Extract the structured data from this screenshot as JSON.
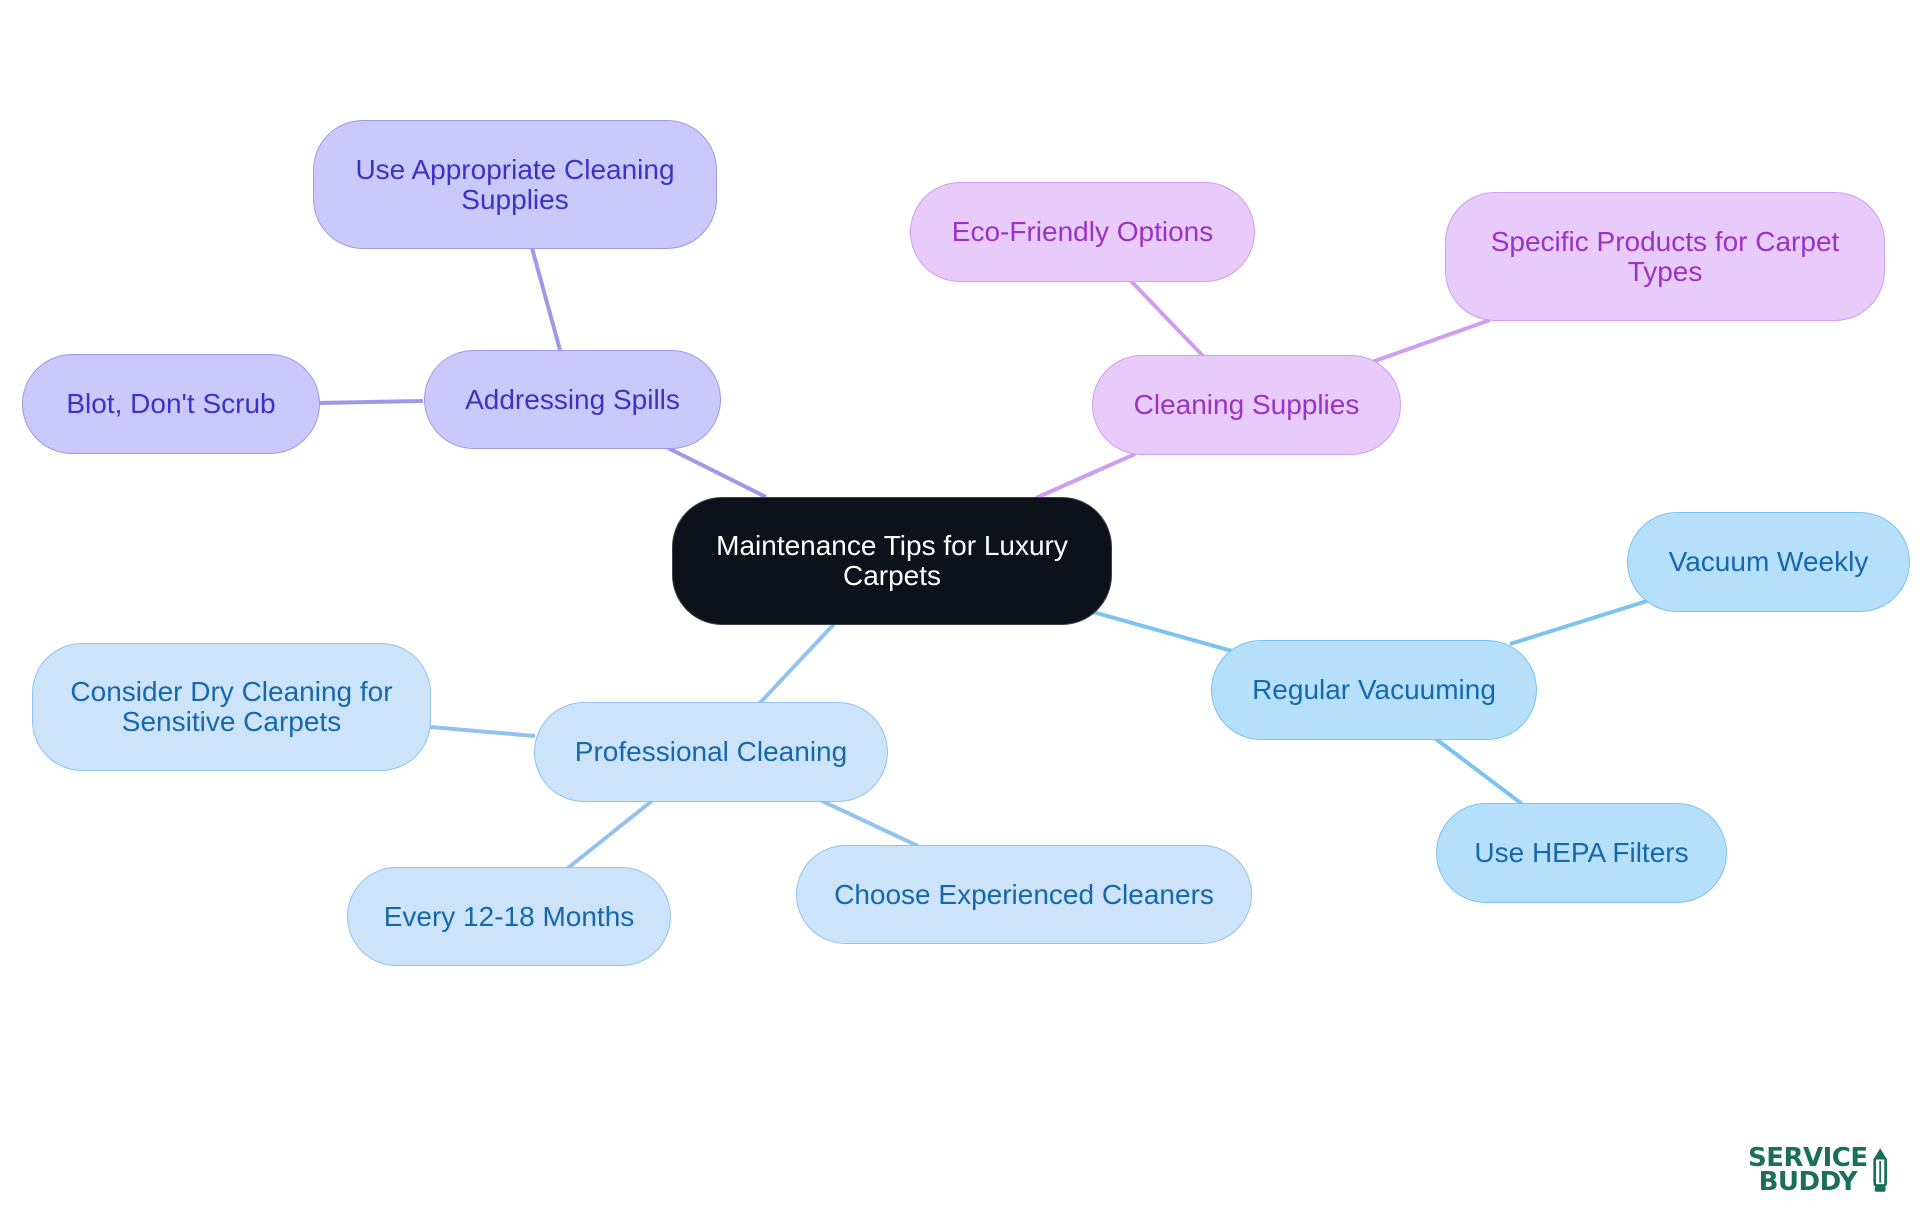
{
  "root": {
    "label": "Maintenance Tips for Luxury Carpets"
  },
  "branches": {
    "addressing_spills": {
      "label": "Addressing Spills",
      "children": [
        "Use Appropriate Cleaning Supplies",
        "Blot, Don't Scrub"
      ]
    },
    "cleaning_supplies": {
      "label": "Cleaning Supplies",
      "children": [
        "Eco-Friendly Options",
        "Specific Products for Carpet Types"
      ]
    },
    "regular_vacuuming": {
      "label": "Regular Vacuuming",
      "children": [
        "Vacuum Weekly",
        "Use HEPA Filters"
      ]
    },
    "professional_cleaning": {
      "label": "Professional Cleaning",
      "children": [
        "Consider Dry Cleaning for Sensitive Carpets",
        "Every 12-18 Months",
        "Choose Experienced Cleaners"
      ]
    }
  },
  "colors": {
    "root_fill": "#0c111a",
    "purple_fill": "#cbc9fb",
    "violet_fill": "#e8cbfb",
    "blue_fill": "#b5dffa",
    "pale_blue_fill": "#cde3fa"
  },
  "logo": {
    "line1": "SERVICE",
    "line2": "BUDDY"
  }
}
